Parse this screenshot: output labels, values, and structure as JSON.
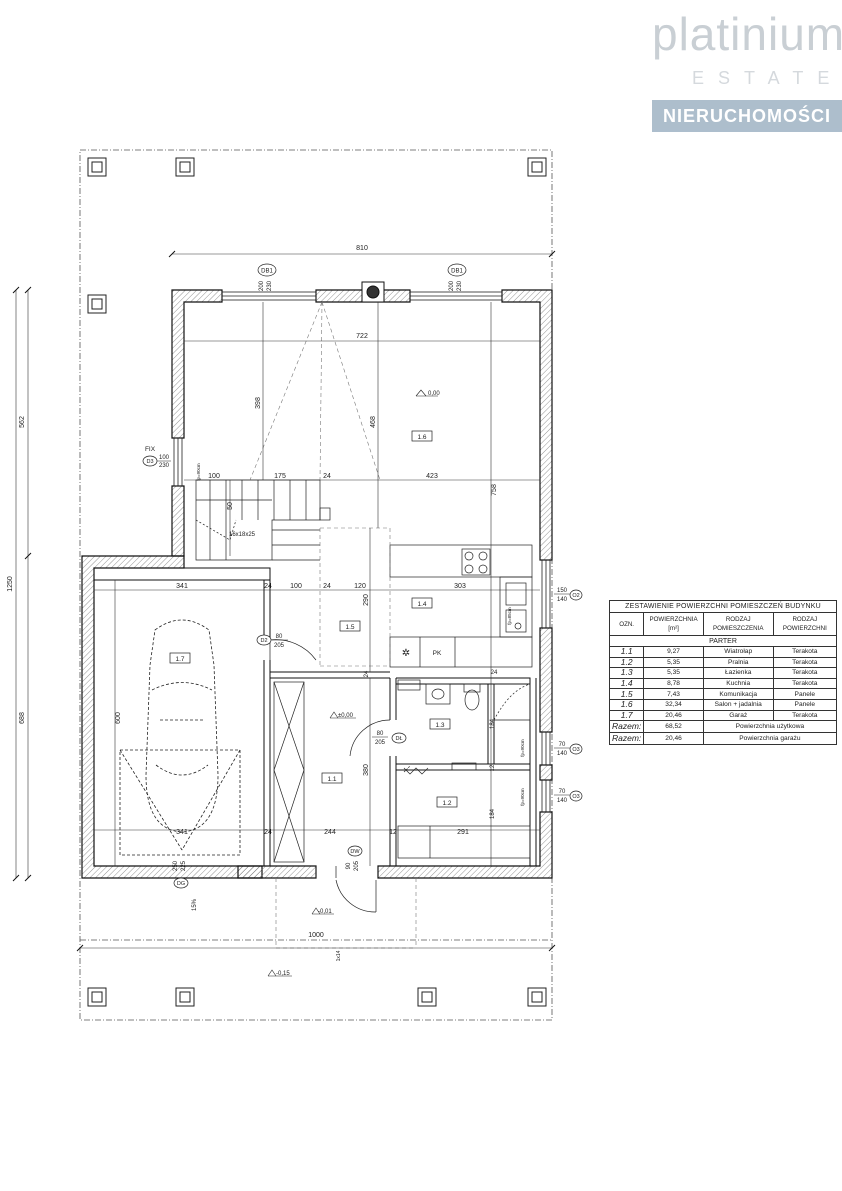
{
  "logo": {
    "brand": "platinium",
    "sub": "ESTATE",
    "band": "NIERUCHOMOŚCI"
  },
  "dimensions": {
    "overall_width": "810",
    "inner_width": "722",
    "overall_height": "1250",
    "right_height": "758",
    "left_upper": "562",
    "left_lower": "688",
    "living_height": "398",
    "living_span": "468",
    "stair_left": "100",
    "stair_mid": "175",
    "wall_a": "24",
    "wall_b": "24",
    "kitchen_width": "423",
    "stair_rise": "50",
    "garage_width": "341",
    "corridor_left": "100",
    "corridor_mid": "120",
    "kitchen_right": "303",
    "corridor_height": "290",
    "garage_height": "600",
    "wall_c": "24",
    "hall_height": "380",
    "bath_height": "184",
    "laundry_height": "184",
    "wall_d": "12",
    "garage_bottom": "341",
    "wall_e": "24",
    "hall_width": "244",
    "wall_f": "12",
    "laundry_width": "291",
    "porch_width": "1000",
    "wall_g": "24",
    "wall_h": "24"
  },
  "labels": {
    "db1_left": "DB1",
    "db1_right": "DB1",
    "db1_left_w": "200",
    "db1_left_h": "230",
    "db1_right_w": "200",
    "db1_right_h": "230",
    "fix": "FIX",
    "d3_tag": "D3",
    "d3_w": "100",
    "d3_h": "230",
    "fp1": "fp=90cm",
    "stair": "16x18x25",
    "level_living": "0,00",
    "level_hall": "±0,00",
    "level_entry": "-0,01",
    "level_outside": "-0,15",
    "d2_tag": "D2",
    "d2_w": "80",
    "d2_h": "205",
    "dl_tag": "DŁ",
    "dl_w": "80",
    "dl_h": "205",
    "dw_tag": "DW",
    "dw_w": "90",
    "dw_h": "205",
    "dg_tag": "DG",
    "dg_w": "250",
    "dg_h": "225",
    "o2_tag": "O2",
    "o2_w": "150",
    "o2_h": "140",
    "o3a_tag": "O3",
    "o3a_w": "70",
    "o3a_h": "140",
    "o3b_tag": "O3",
    "o3b_w": "70",
    "o3b_h": "140",
    "fp2": "fp=85cm",
    "fp3": "fp=90cm",
    "fp4": "fp=90cm",
    "pk": "PK",
    "slope": "15%",
    "porch_step": "1x14",
    "r17": "1.7",
    "r16": "1.6",
    "r15": "1.5",
    "r14": "1.4",
    "r13": "1.3",
    "r12": "1.2",
    "r11": "1.1"
  },
  "legend": {
    "title": "ZESTAWIENIE POWIERZCHNI POMIESZCZEŃ BUDYNKU",
    "col_id": "OZN.",
    "col_area": "POWIERZCHNIA [m²]",
    "col_room": "RODZAJ POMIESZCZENIA",
    "col_floor": "RODZAJ POWIERZCHNI",
    "section": "PARTER",
    "rows": [
      {
        "id": "1.1",
        "area": "9,27",
        "room": "Wiatrołap",
        "floor": "Terakota"
      },
      {
        "id": "1.2",
        "area": "5,35",
        "room": "Pralnia",
        "floor": "Terakota"
      },
      {
        "id": "1.3",
        "area": "5,35",
        "room": "Łazienka",
        "floor": "Terakota"
      },
      {
        "id": "1.4",
        "area": "8,78",
        "room": "Kuchnia",
        "floor": "Terakota"
      },
      {
        "id": "1.5",
        "area": "7,43",
        "room": "Komunikacja",
        "floor": "Panele"
      },
      {
        "id": "1.6",
        "area": "32,34",
        "room": "Salon + jadalnia",
        "floor": "Panele"
      },
      {
        "id": "1.7",
        "area": "20,46",
        "room": "Garaż",
        "floor": "Terakota"
      }
    ],
    "sum1_label": "Razem:",
    "sum1_value": "68,52",
    "sum1_desc": "Powierzchnia użytkowa",
    "sum2_label": "Razem:",
    "sum2_value": "20,46",
    "sum2_desc": "Powierzchnia garażu"
  }
}
